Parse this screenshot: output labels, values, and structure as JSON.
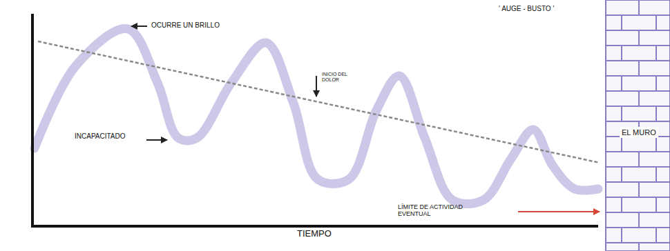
{
  "diagram": {
    "title": "' AUGE - BUSTO '",
    "nodes": [
      {
        "text": [
          "EL MURO"
        ]
      }
    ],
    "labels": [
      "OCURRE UN BRILLO",
      "INICIO DEL DOLOR",
      "INCAPACITADO",
      "LÍMITE DE ACTIVIDAD EVENTUAL",
      "TIEMPO"
    ]
  }
}
